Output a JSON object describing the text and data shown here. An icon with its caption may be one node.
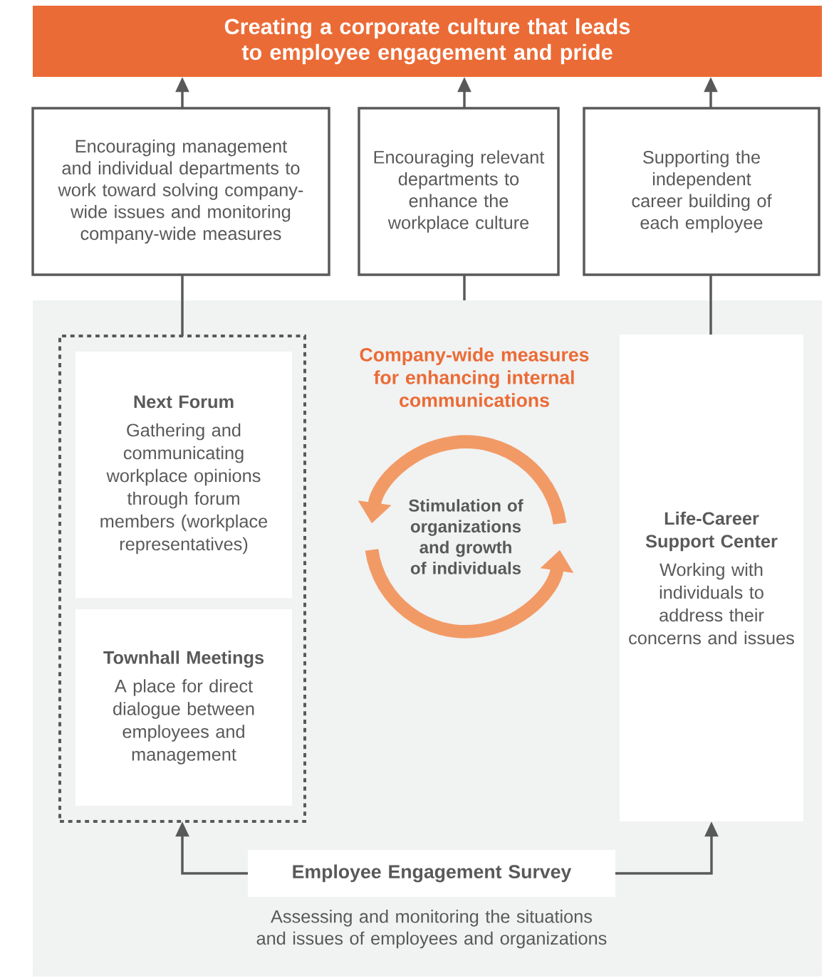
{
  "diagram": {
    "nodes": [
      {
        "text": [
          "Creating a corporate culture that leads to employee engagement and pride"
        ]
      },
      {
        "text": [
          "Encouraging management and individual departments to work toward solving company-wide issues and monitoring company-wide measures"
        ]
      },
      {
        "text": [
          "Encouraging relevant departments to enhance the workplace culture"
        ]
      },
      {
        "text": [
          "Supporting the independent career building of each employee"
        ]
      },
      {
        "text": [
          "Company-wide measures for enhancing internal communications"
        ]
      },
      {
        "text": [],
        "shape": "box",
        "in": 4
      },
      {
        "text": [
          "Next Forum",
          "Gathering and communicating workplace opinions through forum members (workplace representatives)"
        ],
        "in": 5
      },
      {
        "text": [
          "Townhall Meetings",
          "A place for direct dialogue between employees and management"
        ],
        "in": 5
      },
      {
        "text": [
          "Stimulation of organizations and growth of individuals"
        ],
        "in": 4
      },
      {
        "text": [
          "Life-Career Support Center",
          "Working with individuals to address their concerns and issues"
        ],
        "in": 4
      },
      {
        "text": [
          "Employee Engagement Survey"
        ],
        "beside": [
          "Assessing and monitoring the situations and issues of employees and organizations"
        ],
        "in": 4
      }
    ],
    "edges": [
      {
        "from": 1,
        "to": 0,
        "arrow": "to"
      },
      {
        "from": 2,
        "to": 0,
        "arrow": "to"
      },
      {
        "from": 3,
        "to": 0,
        "arrow": "to"
      },
      {
        "from": 1,
        "to": 5,
        "arrow": "none"
      },
      {
        "from": 2,
        "to": 4,
        "arrow": "none"
      },
      {
        "from": 3,
        "to": 9,
        "arrow": "none"
      },
      {
        "from": 10,
        "to": 5,
        "arrow": "to"
      },
      {
        "from": 10,
        "to": 9,
        "arrow": "to"
      }
    ]
  }
}
